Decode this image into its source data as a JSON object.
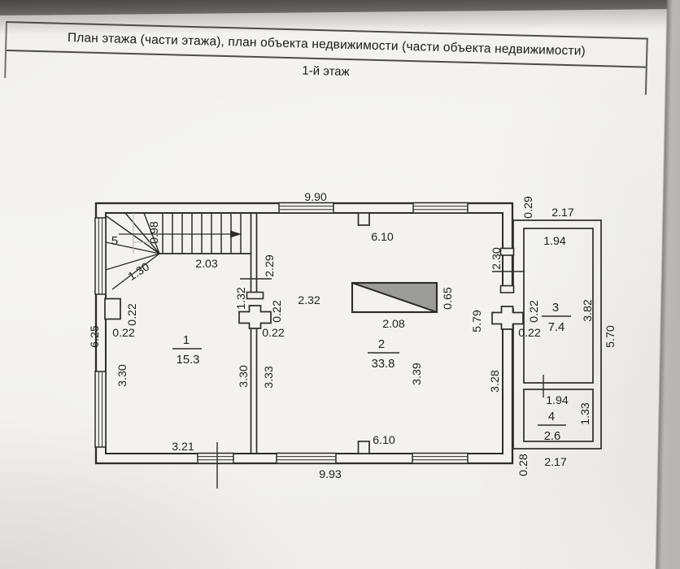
{
  "header": {
    "title": "План этажа (части этажа), план объекта недвижимости (части объекта недвижимости)",
    "subtitle": "1-й этаж"
  },
  "plan": {
    "rooms": [
      {
        "num": "1",
        "area": "15.3"
      },
      {
        "num": "2",
        "area": "33.8"
      },
      {
        "num": "3",
        "area": "7.4"
      },
      {
        "num": "4",
        "area": "2.6"
      },
      {
        "num": "5",
        "area": ""
      }
    ],
    "dims": [
      {
        "v": "9.90"
      },
      {
        "v": "6.10"
      },
      {
        "v": "0.29"
      },
      {
        "v": "2.17"
      },
      {
        "v": "1.94"
      },
      {
        "v": "0.98"
      },
      {
        "v": "2.03"
      },
      {
        "v": "1.30"
      },
      {
        "v": "2.29"
      },
      {
        "v": "2.30"
      },
      {
        "v": "1.32"
      },
      {
        "v": "2.32"
      },
      {
        "v": "0.65"
      },
      {
        "v": "2.08"
      },
      {
        "v": "0.22"
      },
      {
        "v": "0.22"
      },
      {
        "v": "0.22"
      },
      {
        "v": "0.22"
      },
      {
        "v": "0.22"
      },
      {
        "v": "0.22"
      },
      {
        "v": "5.79"
      },
      {
        "v": "3.82"
      },
      {
        "v": "5.70"
      },
      {
        "v": "6.25"
      },
      {
        "v": "3.30"
      },
      {
        "v": "3.30"
      },
      {
        "v": "3.33"
      },
      {
        "v": "3.39"
      },
      {
        "v": "3.28"
      },
      {
        "v": "1.94"
      },
      {
        "v": "1.33"
      },
      {
        "v": "3.21"
      },
      {
        "v": "6.10"
      },
      {
        "v": "9.93"
      },
      {
        "v": "2.17"
      },
      {
        "v": "0.28"
      }
    ]
  }
}
